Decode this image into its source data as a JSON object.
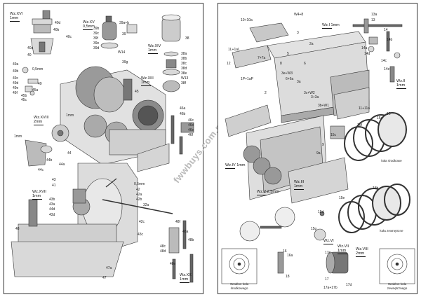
{
  "watermark": "fwwbuys.com.pl",
  "left_sheet": {
    "wz_labels": [
      {
        "title": "Wz.XVI",
        "scale": "1mm"
      },
      {
        "title": "Wz.XV",
        "scale": "0,5mm"
      },
      {
        "title": "Wz.XIV",
        "scale": "1mm"
      },
      {
        "title": "Wz.XIII",
        "scale": "1mm"
      },
      {
        "title": "Wz.XVIII",
        "scale": "2mm"
      },
      {
        "title": "Wz.XVII",
        "scale": "1mm"
      },
      {
        "title": "Wz.XX",
        "scale": "1mm"
      }
    ],
    "misc_labels": [
      "1mm",
      "1mm",
      "0,5mm",
      "0,5mm"
    ],
    "part_labels": [
      "40d",
      "40b",
      "40c",
      "40a",
      "40",
      "49a",
      "49b",
      "49",
      "49c",
      "49d",
      "49e",
      "49f",
      "45",
      "45a",
      "45b",
      "45c",
      "39a+b",
      "39",
      "39b",
      "39c",
      "39f",
      "39e",
      "39d",
      "W14",
      "39g",
      "38",
      "38a",
      "38b",
      "38c",
      "38d",
      "38e",
      "W13",
      "38f",
      "46a",
      "46b",
      "46c",
      "46d",
      "46e",
      "46f",
      "44",
      "44a",
      "44b",
      "44c",
      "44d",
      "43",
      "43a",
      "43b",
      "43c",
      "43d",
      "42",
      "42a",
      "42b",
      "42c",
      "41",
      "47",
      "47a",
      "48",
      "48a",
      "48b",
      "48c",
      "48d",
      "48e",
      "48f",
      "32a"
    ]
  },
  "right_sheet": {
    "wz_labels": [
      {
        "title": "Wz.I",
        "scale": "1mm"
      },
      {
        "title": "Wz.II",
        "scale": "1mm"
      },
      {
        "title": "Wz.IV",
        "scale": "1mm"
      },
      {
        "title": "Wz.III",
        "scale": "1mm"
      },
      {
        "title": "Wz.V",
        "scale": "2,5mm"
      },
      {
        "title": "Wz.VI",
        "scale": ""
      },
      {
        "title": "Wz.VII",
        "scale": "1mm"
      },
      {
        "title": "Wz.VIII",
        "scale": "2mm"
      }
    ],
    "part_labels": [
      "10+10a",
      "W4+8",
      "13a",
      "13",
      "14",
      "14a",
      "14b",
      "14c",
      "14d",
      "14e",
      "12",
      "1L+1aL",
      "1P+1aP",
      "2",
      "2a",
      "3",
      "3+3a",
      "3a",
      "3b+W1",
      "3c+W2",
      "3e+W3",
      "5",
      "6",
      "6+6a",
      "7+7a",
      "8",
      "9",
      "9a",
      "11+11a",
      "15",
      "15a",
      "15b",
      "15c",
      "15d",
      "15e",
      "15f",
      "15g",
      "16",
      "16a",
      "17",
      "17a+17b",
      "17c",
      "17d",
      "18"
    ],
    "captions": [
      "koła środkowe",
      "koła zewnętrzne",
      "Szablon koła środkowego",
      "Szablon koła zewnętrznego"
    ]
  }
}
